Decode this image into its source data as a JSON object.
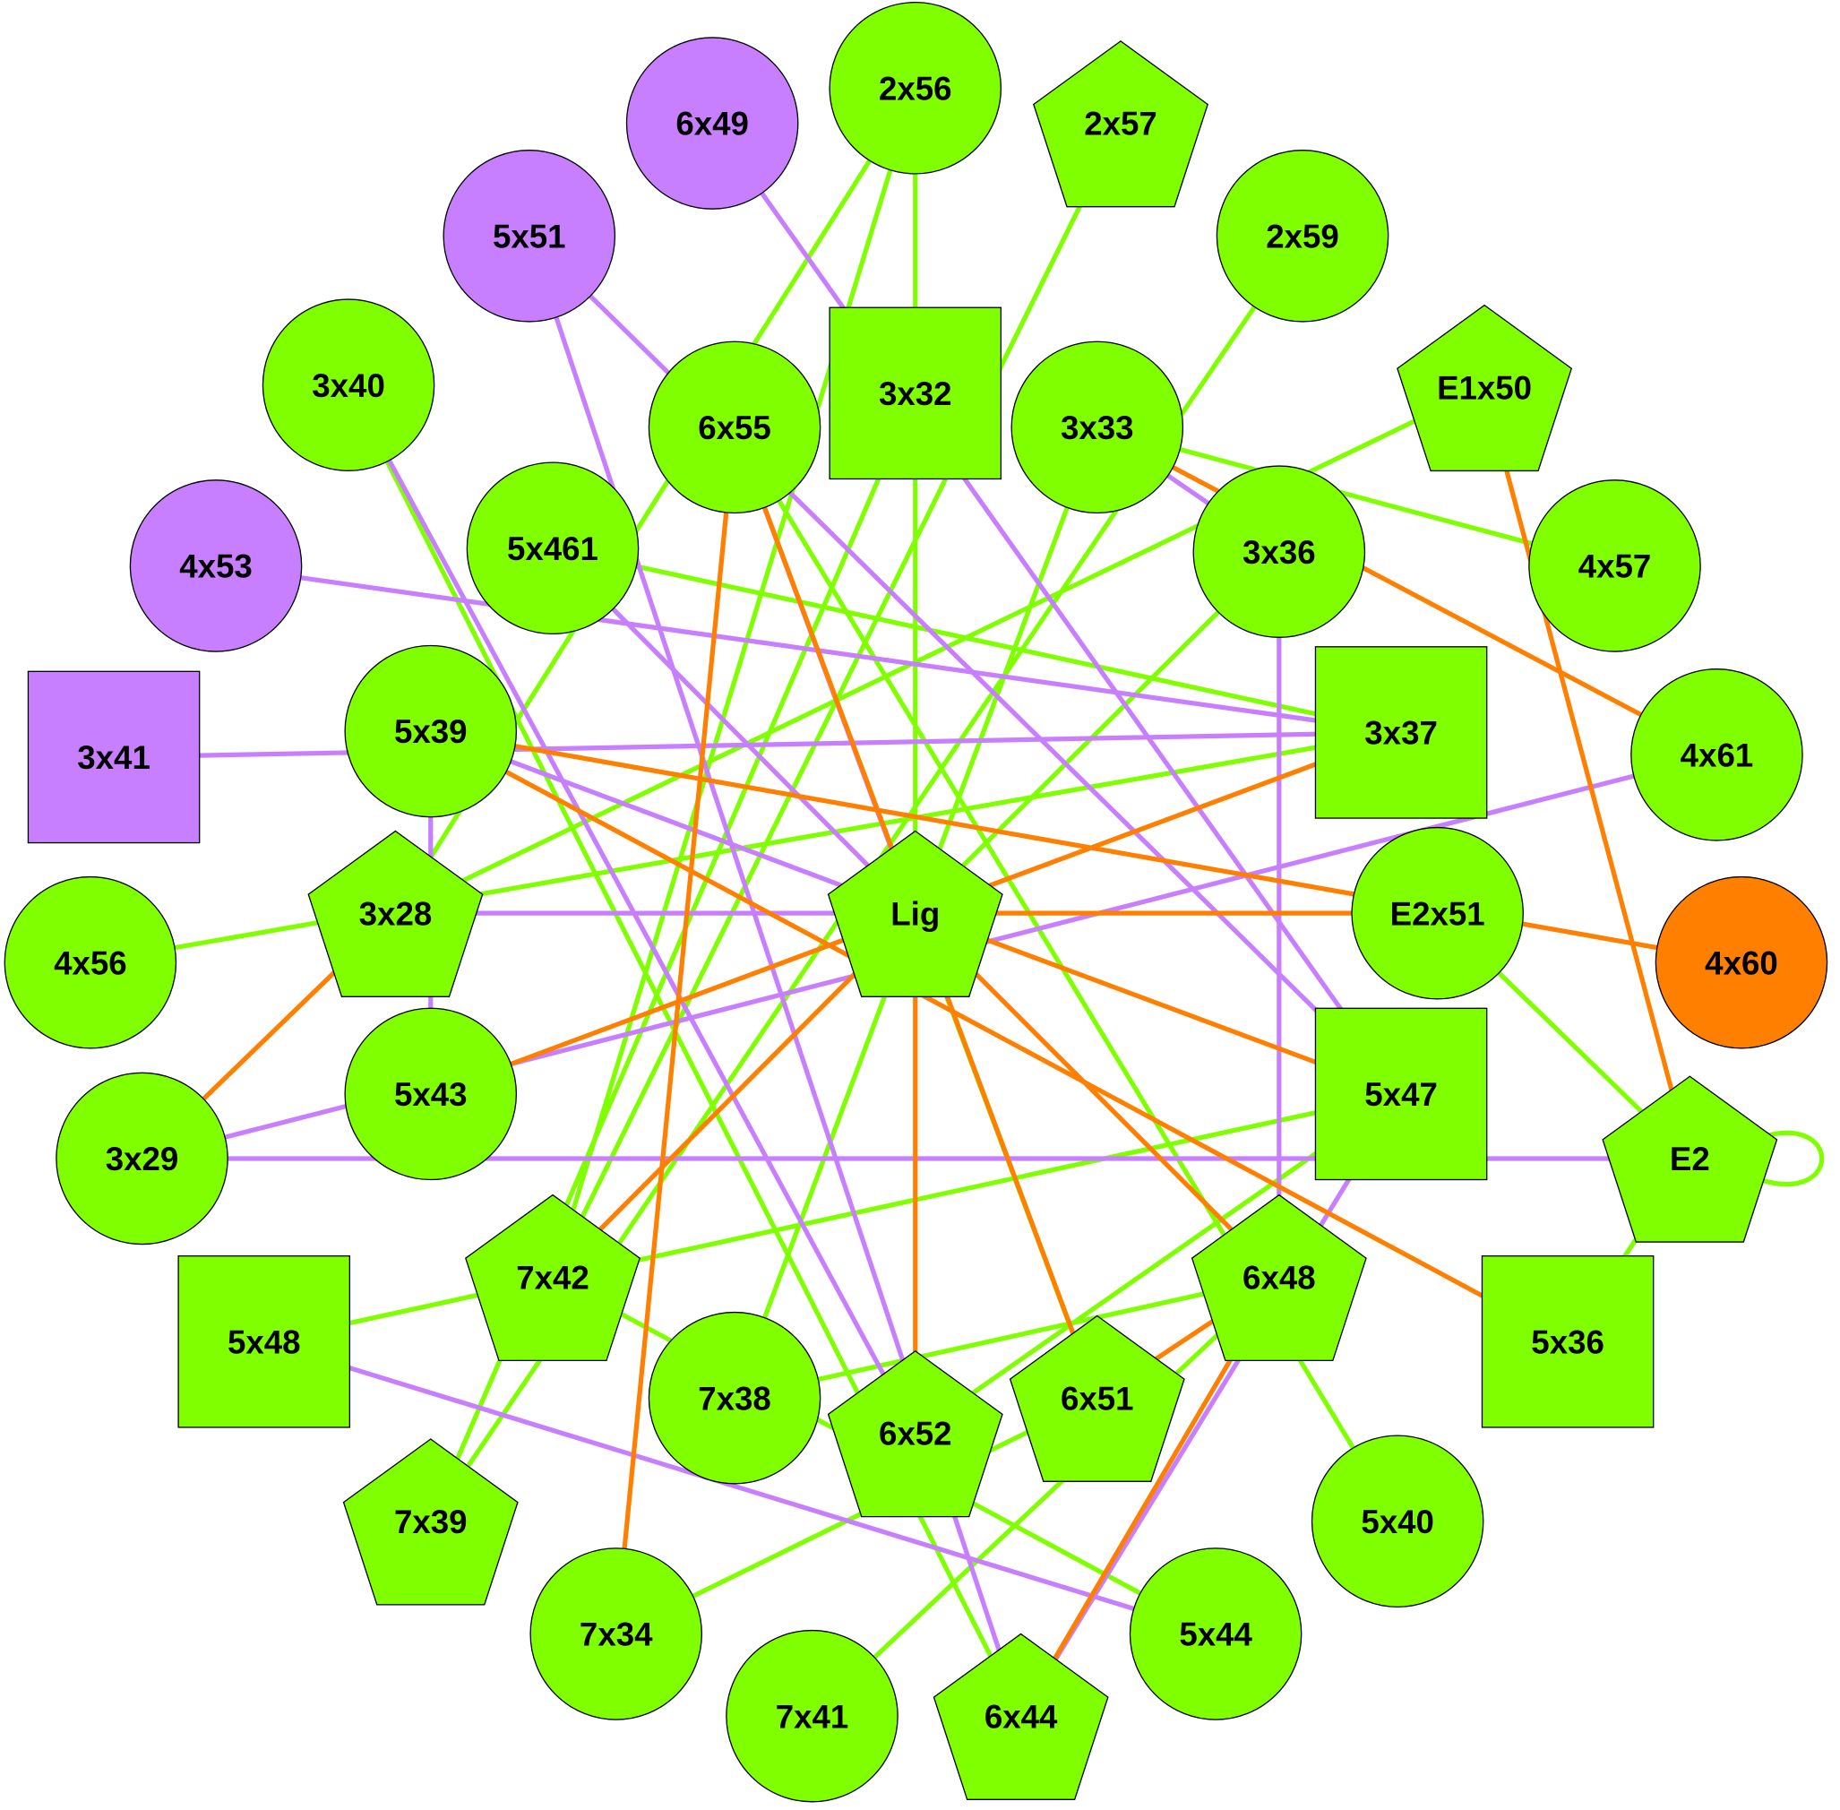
{
  "colors": {
    "green": "#7fff00",
    "purple": "#c87fff",
    "orange": "#ff7f00",
    "outline": "#000000"
  },
  "nodes": [
    {
      "label": "6x49",
      "shape": "circle",
      "color": "purple"
    },
    {
      "label": "2x56",
      "shape": "circle",
      "color": "green"
    },
    {
      "label": "2x57",
      "shape": "pentagon",
      "color": "green"
    },
    {
      "label": "5x51",
      "shape": "circle",
      "color": "purple"
    },
    {
      "label": "2x59",
      "shape": "circle",
      "color": "green"
    },
    {
      "label": "3x40",
      "shape": "circle",
      "color": "green"
    },
    {
      "label": "6x55",
      "shape": "circle",
      "color": "green"
    },
    {
      "label": "3x32",
      "shape": "square",
      "color": "green"
    },
    {
      "label": "3x33",
      "shape": "circle",
      "color": "green"
    },
    {
      "label": "E1x50",
      "shape": "pentagon",
      "color": "green"
    },
    {
      "label": "4x53",
      "shape": "circle",
      "color": "purple"
    },
    {
      "label": "5x461",
      "shape": "circle",
      "color": "green"
    },
    {
      "label": "3x36",
      "shape": "circle",
      "color": "green"
    },
    {
      "label": "4x57",
      "shape": "circle",
      "color": "green"
    },
    {
      "label": "3x41",
      "shape": "square",
      "color": "purple"
    },
    {
      "label": "5x39",
      "shape": "circle",
      "color": "green"
    },
    {
      "label": "3x37",
      "shape": "square",
      "color": "green"
    },
    {
      "label": "4x61",
      "shape": "circle",
      "color": "green"
    },
    {
      "label": "3x28",
      "shape": "pentagon",
      "color": "green"
    },
    {
      "label": "Lig",
      "shape": "pentagon",
      "color": "green"
    },
    {
      "label": "E2x51",
      "shape": "circle",
      "color": "green"
    },
    {
      "label": "4x56",
      "shape": "circle",
      "color": "green"
    },
    {
      "label": "4x60",
      "shape": "circle",
      "color": "orange"
    },
    {
      "label": "5x43",
      "shape": "circle",
      "color": "green"
    },
    {
      "label": "5x47",
      "shape": "square",
      "color": "green"
    },
    {
      "label": "3x29",
      "shape": "circle",
      "color": "green"
    },
    {
      "label": "E2",
      "shape": "pentagon",
      "color": "green"
    },
    {
      "label": "7x42",
      "shape": "pentagon",
      "color": "green"
    },
    {
      "label": "6x48",
      "shape": "pentagon",
      "color": "green"
    },
    {
      "label": "5x48",
      "shape": "square",
      "color": "green"
    },
    {
      "label": "5x36",
      "shape": "square",
      "color": "green"
    },
    {
      "label": "7x38",
      "shape": "circle",
      "color": "green"
    },
    {
      "label": "6x52",
      "shape": "pentagon",
      "color": "green"
    },
    {
      "label": "6x51",
      "shape": "pentagon",
      "color": "green"
    },
    {
      "label": "7x39",
      "shape": "pentagon",
      "color": "green"
    },
    {
      "label": "5x40",
      "shape": "circle",
      "color": "green"
    },
    {
      "label": "7x34",
      "shape": "circle",
      "color": "green"
    },
    {
      "label": "5x44",
      "shape": "circle",
      "color": "green"
    },
    {
      "label": "7x41",
      "shape": "circle",
      "color": "green"
    },
    {
      "label": "6x44",
      "shape": "pentagon",
      "color": "green"
    }
  ],
  "edges": [
    [
      "2x56",
      "3x32",
      "green"
    ],
    [
      "3x32",
      "Lig",
      "green"
    ],
    [
      "2x56",
      "3x28",
      "green"
    ],
    [
      "2x56",
      "7x42",
      "green"
    ],
    [
      "2x57",
      "7x42",
      "green"
    ],
    [
      "2x59",
      "7x39",
      "green"
    ],
    [
      "3x32",
      "7x39",
      "green"
    ],
    [
      "3x33",
      "7x38",
      "green"
    ],
    [
      "3x33",
      "4x57",
      "green"
    ],
    [
      "3x36",
      "Lig",
      "green"
    ],
    [
      "E1x50",
      "3x28",
      "green"
    ],
    [
      "3x40",
      "6x44",
      "green"
    ],
    [
      "5x461",
      "3x37",
      "green"
    ],
    [
      "3x37",
      "4x56",
      "green"
    ],
    [
      "6x55",
      "6x51",
      "green"
    ],
    [
      "Lig",
      "6x51",
      "green"
    ],
    [
      "5x47",
      "5x48",
      "green"
    ],
    [
      "5x47",
      "6x52",
      "green"
    ],
    [
      "E2x51",
      "E2",
      "green"
    ],
    [
      "E2",
      "E2",
      "green"
    ],
    [
      "E2",
      "5x36",
      "green"
    ],
    [
      "7x42",
      "5x44",
      "green"
    ],
    [
      "6x48",
      "7x38",
      "green"
    ],
    [
      "6x48",
      "7x41",
      "green"
    ],
    [
      "6x51",
      "7x34",
      "green"
    ],
    [
      "6x55",
      "5x40",
      "green"
    ],
    [
      "6x49",
      "5x47",
      "purple"
    ],
    [
      "5x51",
      "6x44",
      "purple"
    ],
    [
      "5x51",
      "5x47",
      "purple"
    ],
    [
      "3x33",
      "3x36",
      "purple"
    ],
    [
      "4x53",
      "3x37",
      "purple"
    ],
    [
      "3x41",
      "3x37",
      "purple"
    ],
    [
      "5x39",
      "Lig",
      "purple"
    ],
    [
      "5x39",
      "5x43",
      "purple"
    ],
    [
      "3x28",
      "Lig",
      "purple"
    ],
    [
      "3x29",
      "4x61",
      "purple"
    ],
    [
      "3x29",
      "E2",
      "purple"
    ],
    [
      "3x36",
      "6x48",
      "purple"
    ],
    [
      "5x48",
      "5x44",
      "purple"
    ],
    [
      "5x47",
      "6x44",
      "purple"
    ],
    [
      "3x40",
      "6x52",
      "purple"
    ],
    [
      "6x55",
      "Lig",
      "purple"
    ],
    [
      "5x461",
      "Lig",
      "purple"
    ],
    [
      "6x55",
      "7x34",
      "orange"
    ],
    [
      "6x55",
      "6x51",
      "orange"
    ],
    [
      "5x39",
      "4x60",
      "orange"
    ],
    [
      "5x39",
      "5x36",
      "orange"
    ],
    [
      "3x33",
      "4x61",
      "orange"
    ],
    [
      "E1x50",
      "E2",
      "orange"
    ],
    [
      "3x37",
      "Lig",
      "orange"
    ],
    [
      "Lig",
      "E2x51",
      "orange"
    ],
    [
      "Lig",
      "5x47",
      "orange"
    ],
    [
      "Lig",
      "5x43",
      "orange"
    ],
    [
      "Lig",
      "7x42",
      "orange"
    ],
    [
      "Lig",
      "6x52",
      "orange"
    ],
    [
      "Lig",
      "6x48",
      "orange"
    ],
    [
      "3x28",
      "3x29",
      "orange"
    ],
    [
      "6x48",
      "6x51",
      "orange"
    ],
    [
      "6x48",
      "6x44",
      "orange"
    ]
  ]
}
